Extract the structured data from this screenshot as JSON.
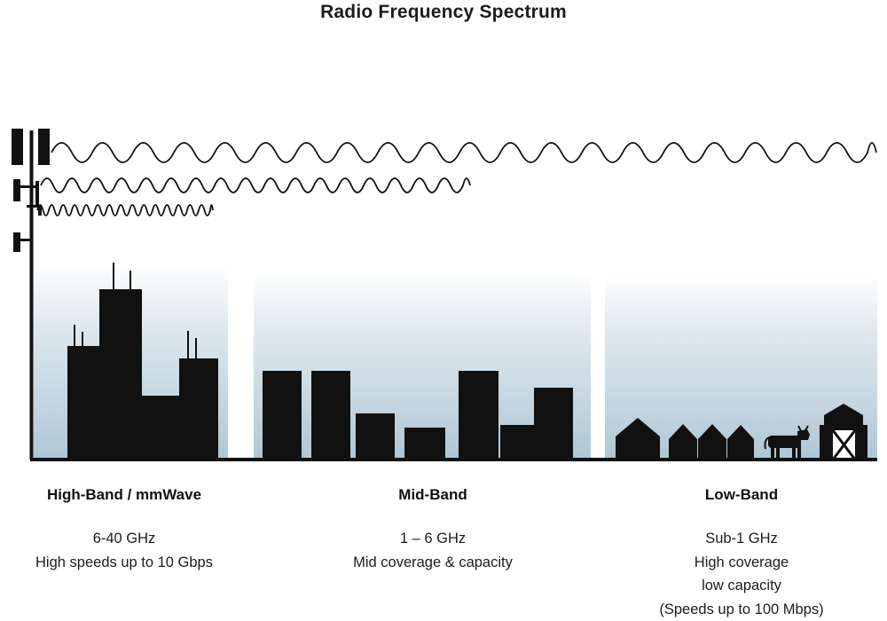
{
  "title": "Radio Frequency Spectrum",
  "bands": [
    {
      "id": "high-band",
      "name": "High-Band / mmWave",
      "frequency": "6-40 GHz",
      "description_lines": [
        "High speeds up to 10 Gbps"
      ],
      "scene": "city-skyscrapers-with-rooftop-antennas",
      "wave": {
        "relative_wavelength": "short",
        "relative_reach": "short"
      }
    },
    {
      "id": "mid-band",
      "name": "Mid-Band",
      "frequency": "1 – 6 GHz",
      "description_lines": [
        "Mid coverage & capacity"
      ],
      "scene": "mid-rise-flat-roof-buildings",
      "wave": {
        "relative_wavelength": "medium",
        "relative_reach": "medium"
      }
    },
    {
      "id": "low-band",
      "name": "Low-Band",
      "frequency": "Sub-1 GHz",
      "description_lines": [
        "High coverage",
        "low capacity",
        "(Speeds up to 100 Mbps)"
      ],
      "scene": "rural-houses-cow-and-barn",
      "wave": {
        "relative_wavelength": "long",
        "relative_reach": "full-width"
      }
    }
  ],
  "icons": {
    "tower": "cell-tower-icon",
    "cow": "cow-icon",
    "barn": "barn-icon"
  },
  "colors": {
    "silhouette": "#111111",
    "text": "#1c1c1c",
    "sky_top": "#ffffff",
    "sky_bottom": "#b0c7d6"
  }
}
